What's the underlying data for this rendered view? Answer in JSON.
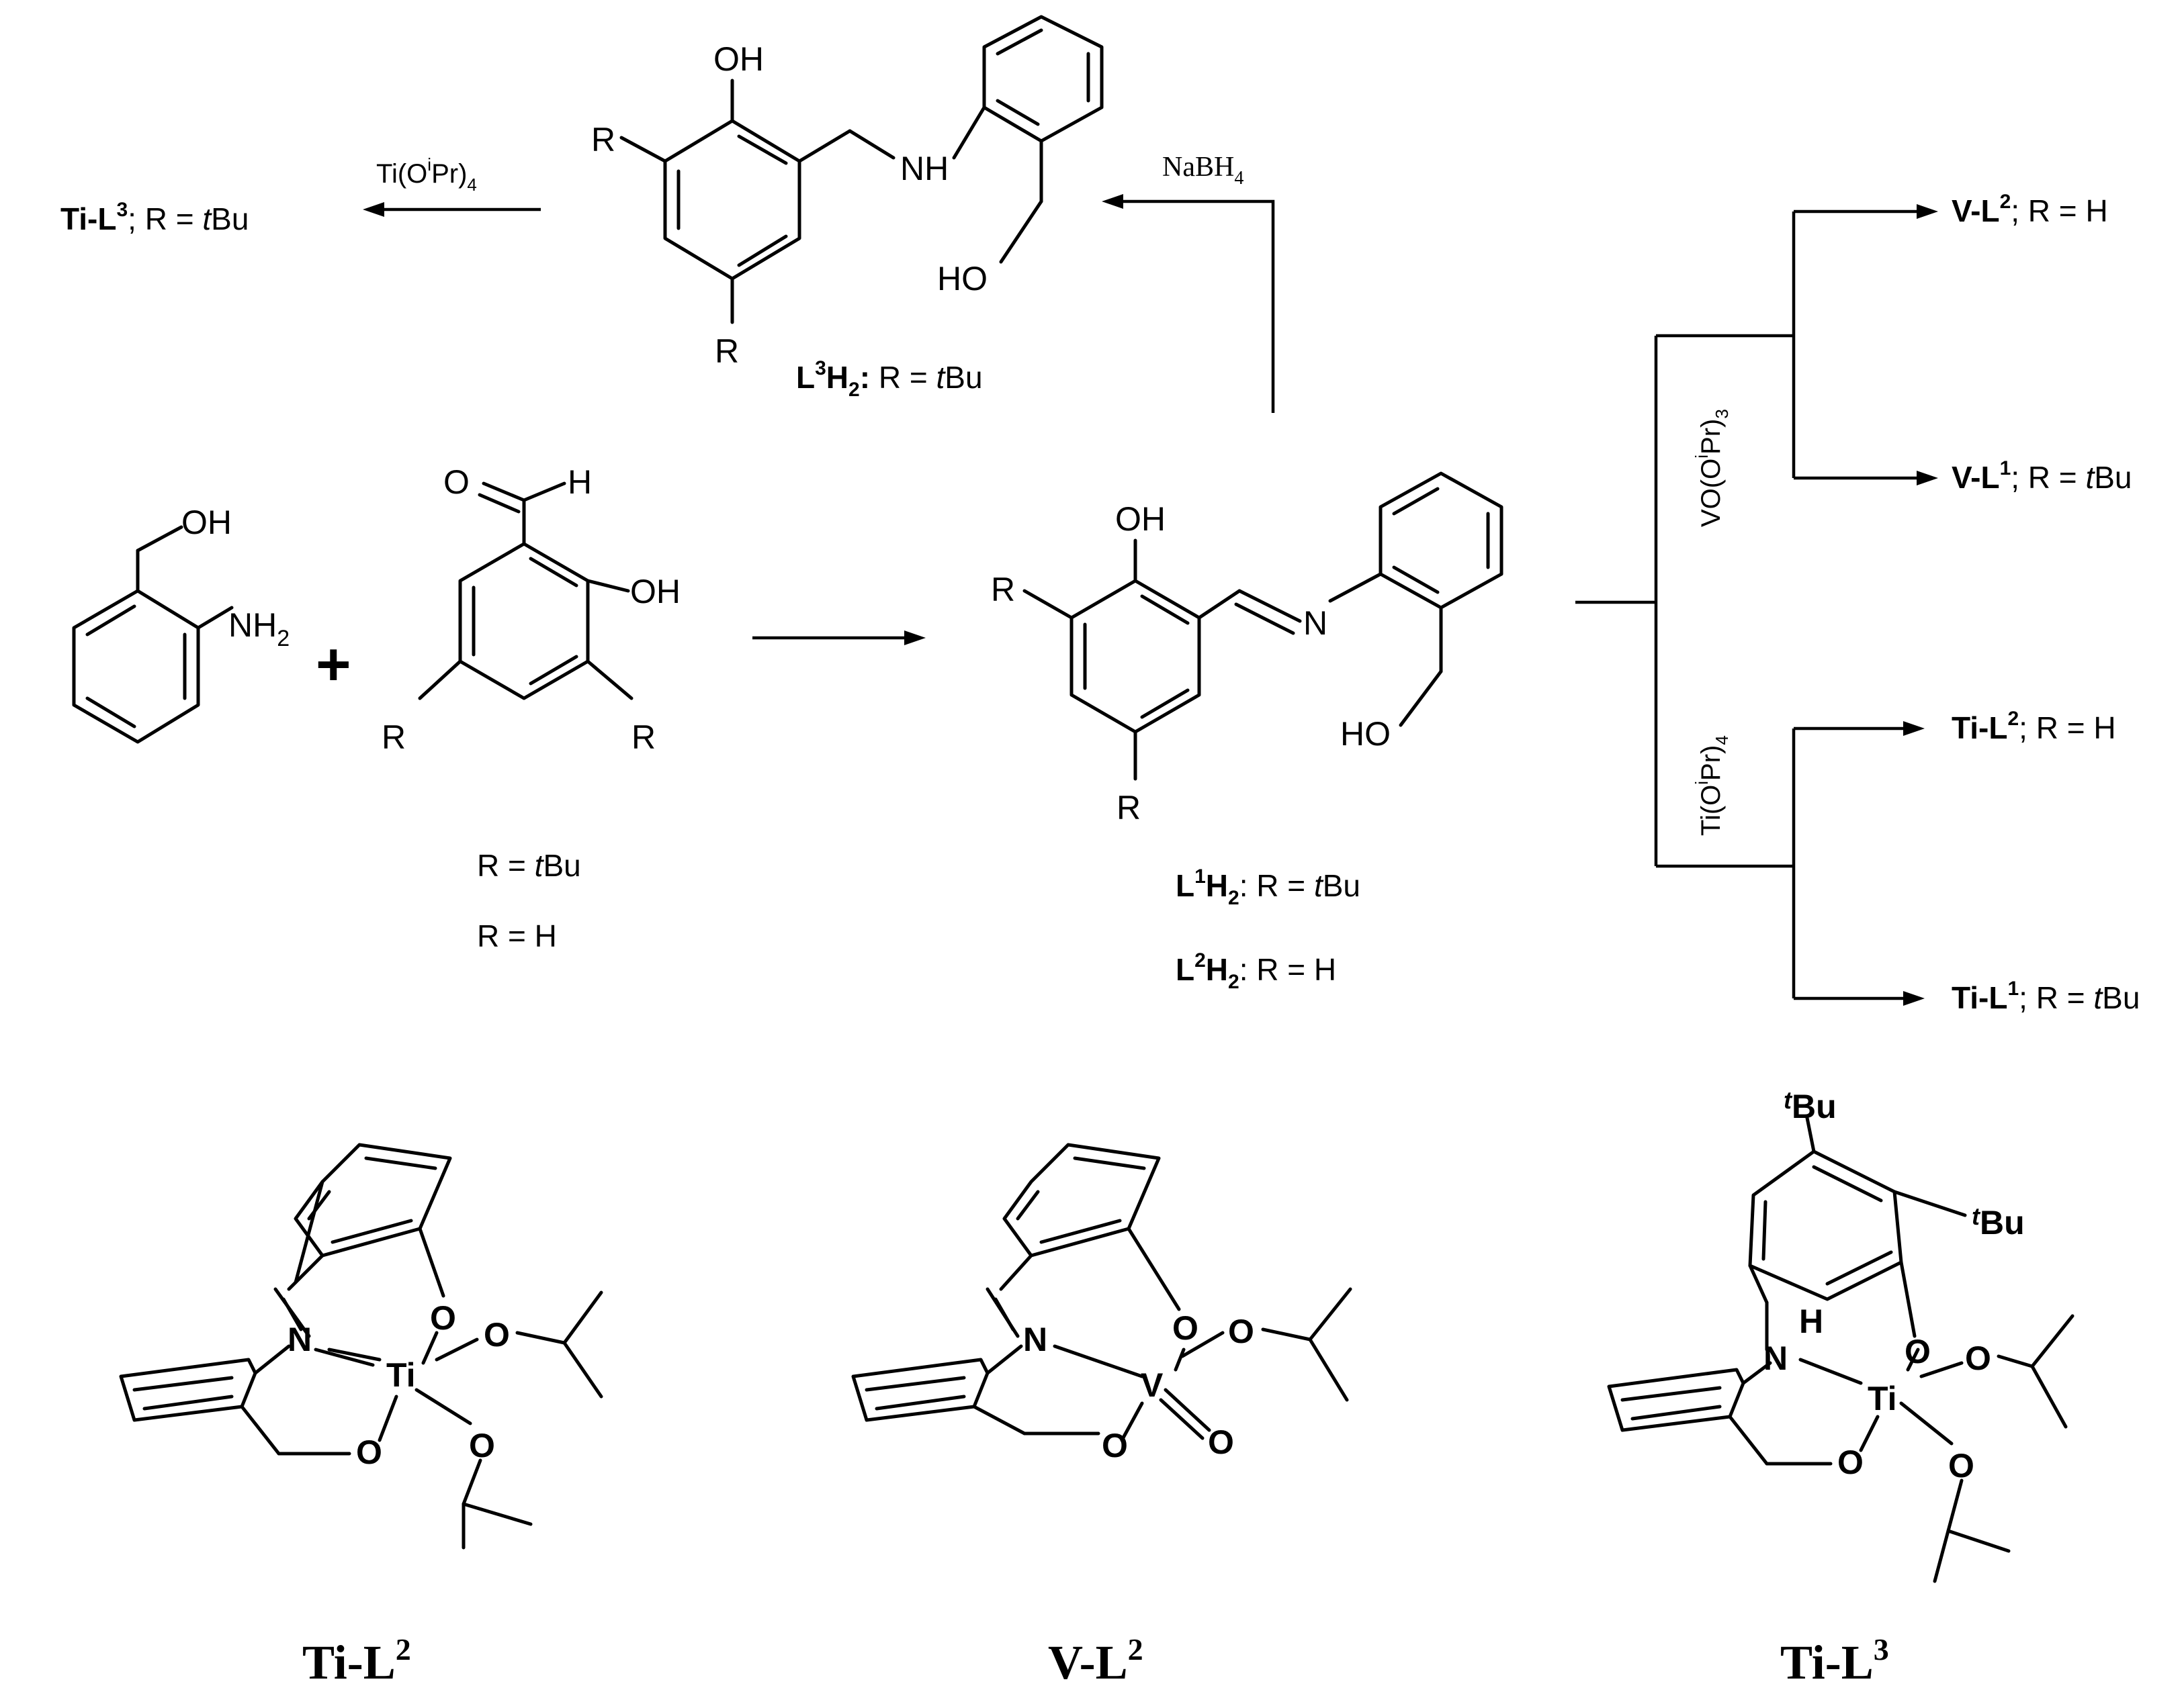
{
  "atoms": {
    "OH": "OH",
    "HO": "HO",
    "NH": "NH",
    "NH2_N": "NH",
    "NH2_sub": "2",
    "N": "N",
    "O": "O",
    "H": "H",
    "R": "R",
    "Ti": "Ti",
    "V": "V",
    "tBu_sup": "t",
    "tBu": "Bu",
    "plus": "+"
  },
  "reagents": {
    "nabh4": "NaBH",
    "nabh4_sub": "4",
    "ti_main": "Ti(O",
    "ti_i": "i",
    "ti_pr": "Pr)",
    "ti_sub": "4",
    "vo_main": "VO(O",
    "vo_i": "i",
    "vo_pr": "Pr)",
    "vo_sub": "3"
  },
  "labels": {
    "L3H2_L": "L",
    "L3H2_sup": "3",
    "L3H2_H": "H",
    "L3H2_sub": "2",
    "L3H2_colon": ":",
    "L3H2_rest": " R = ",
    "tBu_t": "t",
    "tBu_Bu": "Bu",
    "r_tbu_pre": "R = ",
    "r_h": "R = H",
    "L1H2_L": "L",
    "L1H2_sup": "1",
    "L1H2_H": "H",
    "L1H2_sub": "2",
    "L1H2_rest": ": R = ",
    "L2H2_L": "L",
    "L2H2_sup": "2",
    "L2H2_H": "H",
    "L2H2_sub": "2",
    "L2H2_rest": ": R = H"
  },
  "products": {
    "tiL3": {
      "name": "Ti-L",
      "sup": "3",
      "rest": "; R = ",
      "t": "t",
      "bu": "Bu"
    },
    "vL2": {
      "name": "V-L",
      "sup": "2",
      "rest": "; R = H"
    },
    "vL1": {
      "name": "V-L",
      "sup": "1",
      "rest": "; R = ",
      "t": "t",
      "bu": "Bu"
    },
    "tiL2": {
      "name": "Ti-L",
      "sup": "2",
      "rest": "; R = H"
    },
    "tiL1": {
      "name": "Ti-L",
      "sup": "1",
      "rest": "; R = ",
      "t": "t",
      "bu": "Bu"
    }
  },
  "captions": {
    "tiL2_name": "Ti-L",
    "tiL2_sup": "2",
    "vL2_name": "V-L",
    "vL2_sup": "2",
    "tiL3_name": "Ti-L",
    "tiL3_sup": "3"
  }
}
